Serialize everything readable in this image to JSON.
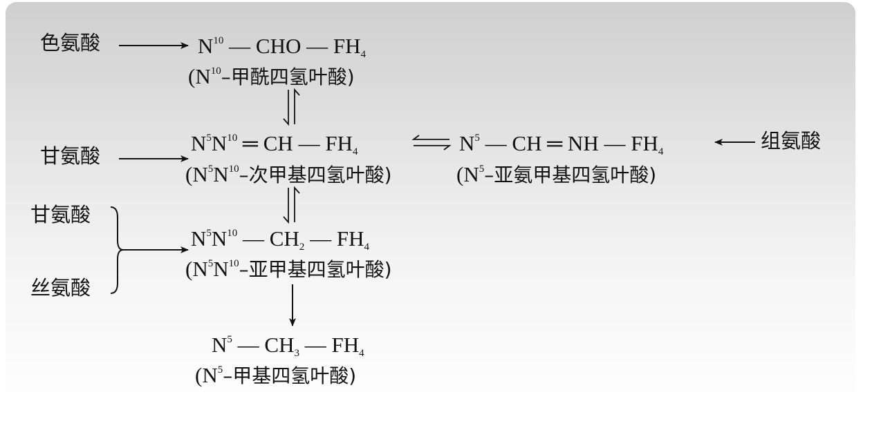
{
  "amino_acids": {
    "trp": "色氨酸",
    "gly": "甘氨酸",
    "gly2": "甘氨酸",
    "ser": "丝氨酸",
    "his": "组氨酸"
  },
  "cpd_formyl": {
    "n": "N",
    "n_sup": "10",
    "b1": "—",
    "cho": "CHO",
    "b2": "—",
    "fh": "FH",
    "fh_sub": "4",
    "name_open": "(N",
    "name_sup": "10",
    "name_rest": "–甲酰四氢叶酸)"
  },
  "cpd_methenyl": {
    "n5": "N",
    "n5_sup": "5",
    "n10": "N",
    "n10_sup": "10",
    "b1": "═",
    "ch": "CH",
    "b2": "—",
    "fh": "FH",
    "fh_sub": "4",
    "name_open": "(N",
    "name_sup5": "5",
    "name_n": "N",
    "name_sup10": "10",
    "name_rest": "–次甲基四氢叶酸)"
  },
  "cpd_formimino": {
    "n": "N",
    "n_sup": "5",
    "b1": "—",
    "ch": "CH",
    "b2": "═",
    "nh": "NH",
    "b3": "—",
    "fh": "FH",
    "fh_sub": "4",
    "name_open": "(N",
    "name_sup": "5",
    "name_rest": "–亚氨甲基四氢叶酸)"
  },
  "cpd_methylene": {
    "n5": "N",
    "n5_sup": "5",
    "n10": "N",
    "n10_sup": "10",
    "b1": "—",
    "ch": "CH",
    "ch_sub": "2",
    "b2": "—",
    "fh": "FH",
    "fh_sub": "4",
    "name_open": "(N",
    "name_sup5": "5",
    "name_n": "N",
    "name_sup10": "10",
    "name_rest": "–亚甲基四氢叶酸)"
  },
  "cpd_methyl": {
    "n": "N",
    "n_sup": "5",
    "b1": "—",
    "ch": "CH",
    "ch_sub": "3",
    "b2": "—",
    "fh": "FH",
    "fh_sub": "4",
    "name_open": "(N",
    "name_sup": "5",
    "name_rest": "–甲基四氢叶酸)"
  }
}
